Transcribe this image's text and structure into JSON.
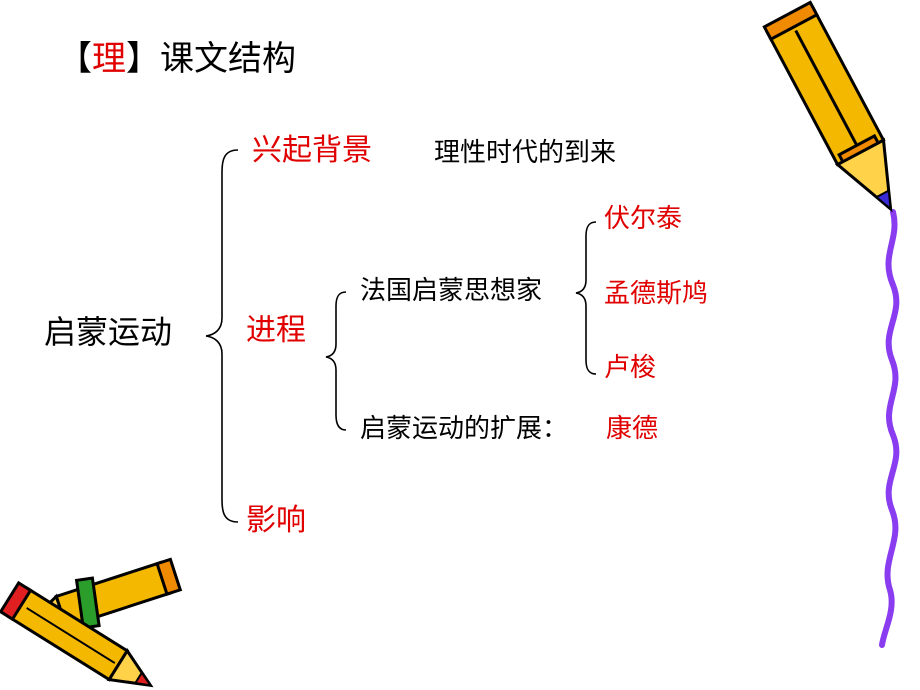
{
  "title": {
    "bracket_open": "【",
    "highlight": "理",
    "bracket_close": "】",
    "text": "课文结构"
  },
  "root": "启蒙运动",
  "branches": {
    "background": {
      "label": "兴起背景",
      "note": "理性时代的到来"
    },
    "process": {
      "label": "进程",
      "french_thinkers": {
        "label": "法国启蒙思想家",
        "names": [
          "伏尔泰",
          "孟德斯鸠",
          "卢梭"
        ]
      },
      "expansion": {
        "label": "启蒙运动的扩展：",
        "name": "康德"
      }
    },
    "influence": {
      "label": "影响"
    }
  },
  "colors": {
    "highlight": "#e00000",
    "pencil_body": "#f5b800",
    "pencil_outline": "#000000",
    "decor_line": "#8a3cf0",
    "eraser": "#2a9d2a"
  },
  "icons": [
    "pencil-icon",
    "pencils-pair-icon",
    "squiggle-line"
  ]
}
